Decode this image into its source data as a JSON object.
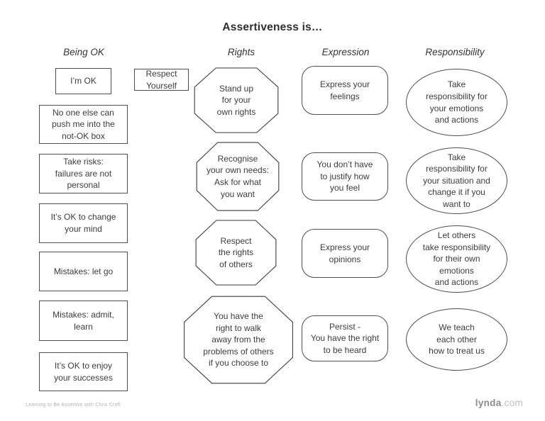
{
  "title": "Assertiveness is…",
  "columns": {
    "being_ok": {
      "header": "Being OK",
      "shape": "rectangle",
      "items": [
        "I’m OK",
        "No one else can\npush me into the\nnot-OK box",
        "Take risks:\nfailures are not\npersonal",
        "It’s OK to change\nyour mind",
        "Mistakes: let go",
        "Mistakes: admit,\nlearn",
        "It’s OK to enjoy\nyour successes"
      ]
    },
    "bridge": {
      "label": "Respect\nYourself"
    },
    "rights": {
      "header": "Rights",
      "shape": "octagon",
      "items": [
        "Stand up\nfor your\nown rights",
        "Recognise\nyour own needs:\nAsk for what\nyou want",
        "Respect\nthe rights\nof others",
        "You have the\nright to walk\naway from the\nproblems of others\nif you choose to"
      ]
    },
    "expression": {
      "header": "Expression",
      "shape": "rounded-rectangle",
      "items": [
        "Express your\nfeelings",
        "You don’t have\nto justify how\nyou feel",
        "Express your\nopinions",
        "Persist -\nYou have the right\nto be heard"
      ]
    },
    "responsibility": {
      "header": "Responsibility",
      "shape": "ellipse",
      "items": [
        "Take\nresponsibility for\nyour emotions\nand actions",
        "Take\nresponsibility for\nyour situation and\nchange it if you\nwant to",
        "Let others\ntake responsibility\nfor their own\nemotions\nand actions",
        "We teach\neach other\nhow to treat us"
      ]
    }
  },
  "footer": {
    "credit": "Learning to Be Assertive with Chris Croft",
    "brand_name": "lynda",
    "brand_suffix": ".com"
  },
  "colors": {
    "shape_border": "#4d4d4d",
    "text": "#3c3c3c",
    "muted_footer": "#b3b3b3",
    "brand_gray": "#8c8c8c"
  }
}
